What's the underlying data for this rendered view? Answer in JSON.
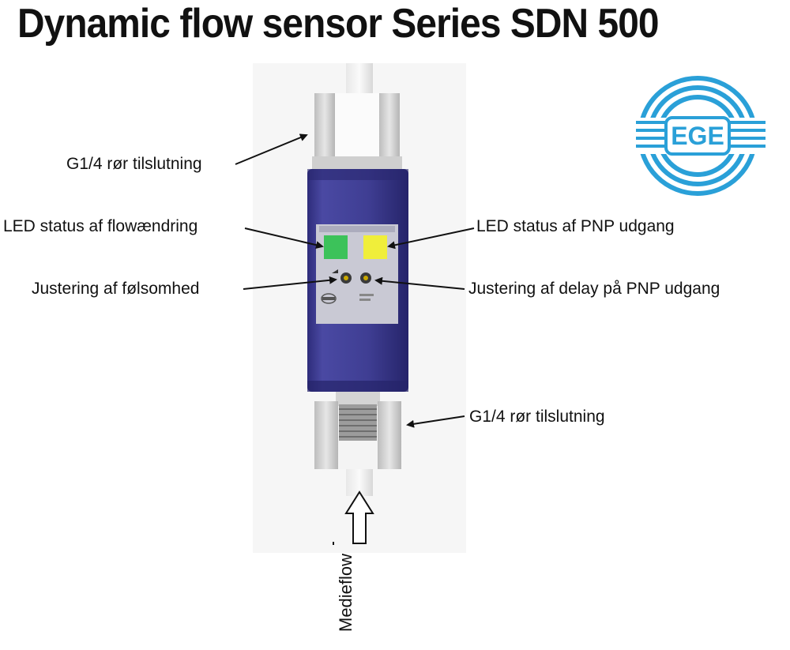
{
  "title": "Dynamic flow sensor Series SDN 500",
  "logo": {
    "text": "EGE",
    "color": "#2aa0d8"
  },
  "labels": {
    "top_connection": "G1/4  rør tilslutning",
    "bottom_connection": "G1/4  rør tilslutning",
    "led_flow": "LED status af flowændring",
    "led_pnp": "LED status af PNP udgang",
    "adjust_sensitivity": "Justering af følsomhed",
    "adjust_delay": "Justering af delay på PNP udgang",
    "media_flow": "Medieflow"
  },
  "colors": {
    "sensor_body": "#3f3e93",
    "led_green": "#3cc25a",
    "led_yellow": "#f0ee3a",
    "fitting": "#d9d9d9"
  }
}
